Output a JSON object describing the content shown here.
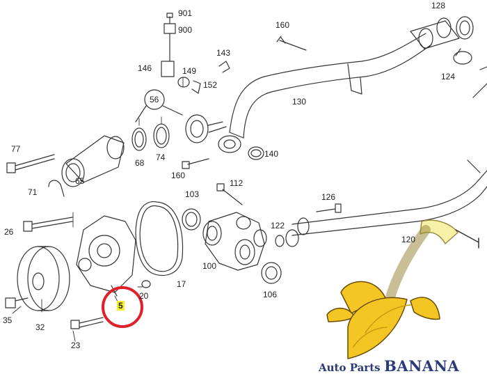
{
  "part_labels": [
    {
      "id": "901",
      "text": "901"
    },
    {
      "id": "900",
      "text": "900"
    },
    {
      "id": "128",
      "text": "128"
    },
    {
      "id": "160a",
      "text": "160"
    },
    {
      "id": "143",
      "text": "143"
    },
    {
      "id": "146",
      "text": "146"
    },
    {
      "id": "149",
      "text": "149"
    },
    {
      "id": "152",
      "text": "152"
    },
    {
      "id": "124",
      "text": "124"
    },
    {
      "id": "56",
      "text": "56"
    },
    {
      "id": "130",
      "text": "130"
    },
    {
      "id": "77",
      "text": "77"
    },
    {
      "id": "68",
      "text": "68"
    },
    {
      "id": "74",
      "text": "74"
    },
    {
      "id": "140",
      "text": "140"
    },
    {
      "id": "160b",
      "text": "160"
    },
    {
      "id": "65",
      "text": "65"
    },
    {
      "id": "71",
      "text": "71"
    },
    {
      "id": "103",
      "text": "103"
    },
    {
      "id": "112",
      "text": "112"
    },
    {
      "id": "126",
      "text": "126"
    },
    {
      "id": "26",
      "text": "26"
    },
    {
      "id": "122",
      "text": "122"
    },
    {
      "id": "120",
      "text": "120"
    },
    {
      "id": "100",
      "text": "100"
    },
    {
      "id": "17",
      "text": "17"
    },
    {
      "id": "20",
      "text": "20"
    },
    {
      "id": "106",
      "text": "106"
    },
    {
      "id": "5",
      "text": "5",
      "highlighted": true
    },
    {
      "id": "35",
      "text": "35"
    },
    {
      "id": "32",
      "text": "32"
    },
    {
      "id": "23",
      "text": "23"
    }
  ],
  "highlight": {
    "part": "5",
    "circle_color": "#e0202a",
    "marker_color": "#f5ef2b"
  },
  "brand": {
    "small_text": "Auto Parts",
    "big_text": "BANANA",
    "text_color": "#2a3a7a",
    "banana_color": "#f3c623"
  }
}
